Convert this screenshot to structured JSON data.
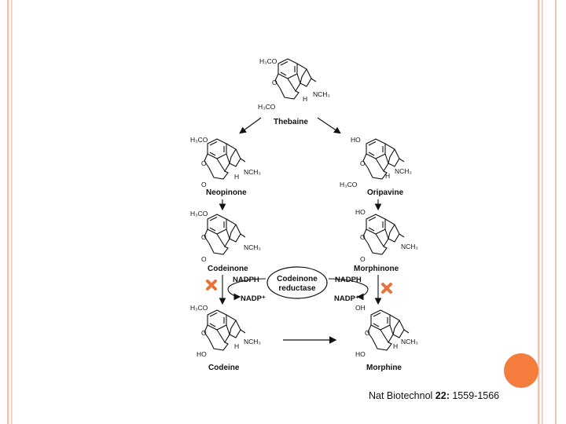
{
  "diagram": {
    "compounds": {
      "thebaine": "Thebaine",
      "neopinone": "Neopinone",
      "oripavine": "Oripavine",
      "codeinone": "Codeinone",
      "morphinone": "Morphinone",
      "codeine": "Codeine",
      "morphine": "Morphine"
    },
    "enzyme": {
      "line1": "Codeinone",
      "line2": "reductase"
    },
    "cofactors": {
      "nadph_left": "NADPH",
      "nadp_left": "NADP⁺",
      "nadph_right": "NADPH",
      "nadp_right": "NADP⁺"
    },
    "atoms": {
      "h3co": "H₃CO",
      "ho": "HO",
      "oh": "OH",
      "o": "O",
      "nch3": "NCH₃",
      "h": "H"
    }
  },
  "citation": {
    "journal": "Nat Biotechnol",
    "volume": "22:",
    "pages": "1559-1566"
  },
  "colors": {
    "frame_accent": "#f4c3b0",
    "circle": "#f47c3c",
    "cross": "#e8743a"
  }
}
